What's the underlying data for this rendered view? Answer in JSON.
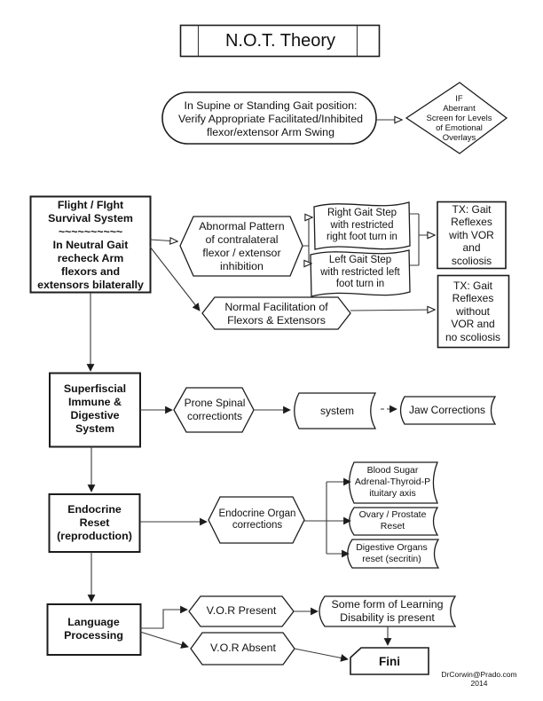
{
  "title": "N.O.T. Theory",
  "nodes": {
    "start": {
      "shape": "terminator",
      "lines": [
        "In Supine or Standing Gait position:",
        "Verify Appropriate Facilitated/Inhibited",
        "flexor/extensor Arm Swing"
      ]
    },
    "aberrant_screen": {
      "shape": "decision",
      "lines": [
        "IF",
        "Aberrant",
        "Screen for Levels",
        "of Emotional",
        "Overlays"
      ]
    },
    "flight_fight": {
      "shape": "process",
      "lines": [
        "Flight / FIght",
        "Survival System",
        "~~~~~~~~~~",
        "In Neutral Gait",
        "recheck Arm",
        "flexors and",
        "extensors bilaterally"
      ]
    },
    "abnormal_pattern": {
      "shape": "preparation",
      "lines": [
        "Abnormal Pattern",
        "of contralateral",
        "flexor / extensor",
        "inhibition"
      ]
    },
    "right_gait": {
      "shape": "tape",
      "lines": [
        "Right Gait Step",
        "with restricted",
        "right foot turn in"
      ]
    },
    "left_gait": {
      "shape": "tape",
      "lines": [
        "Left Gait Step",
        "with restricted left",
        "foot turn in"
      ]
    },
    "tx_with_vor": {
      "shape": "process",
      "lines": [
        "TX:  Gait",
        "Reflexes",
        "with VOR",
        "and",
        "scoliosis"
      ]
    },
    "tx_without_vor": {
      "shape": "process",
      "lines": [
        "TX:  Gait",
        "Reflexes",
        "without",
        "VOR and",
        "no scoliosis"
      ]
    },
    "normal_facilitation": {
      "shape": "preparation",
      "lines": [
        "Normal Facilitation of",
        "Flexors & Extensors"
      ]
    },
    "superficial_immune": {
      "shape": "process",
      "lines": [
        "Superfiscial",
        "Immune &",
        "Digestive",
        "System"
      ]
    },
    "prone_spinal": {
      "shape": "preparation",
      "lines": [
        "Prone Spinal",
        "correctionts"
      ]
    },
    "system": {
      "shape": "stored-data",
      "lines": [
        "system"
      ]
    },
    "jaw_corrections": {
      "shape": "stored-data",
      "lines": [
        "Jaw Corrections"
      ]
    },
    "endocrine_reset": {
      "shape": "process",
      "lines": [
        "Endocrine",
        "Reset",
        "(reproduction)"
      ]
    },
    "endocrine_organ": {
      "shape": "preparation",
      "lines": [
        "Endocrine Organ",
        "corrections"
      ]
    },
    "blood_sugar": {
      "shape": "stored-data",
      "lines": [
        "Blood Sugar",
        "Adrenal-Thyroid-P",
        "ituitary axis"
      ]
    },
    "ovary_prostate": {
      "shape": "stored-data",
      "lines": [
        "Ovary / Prostate",
        "Reset"
      ]
    },
    "digestive_organs": {
      "shape": "stored-data",
      "lines": [
        "Digestive Organs",
        "reset (secritin)"
      ]
    },
    "language_processing": {
      "shape": "process",
      "lines": [
        "Language",
        "Processing"
      ]
    },
    "vor_present": {
      "shape": "preparation",
      "lines": [
        "V.O.R Present"
      ]
    },
    "vor_absent": {
      "shape": "preparation",
      "lines": [
        "V.O.R Absent"
      ]
    },
    "learning_disability": {
      "shape": "stored-data",
      "lines": [
        "Some form of Learning",
        "Disability is present"
      ]
    },
    "fini": {
      "shape": "card",
      "lines": [
        "Fini"
      ]
    }
  },
  "credit": {
    "email": "DrCorwin@Prado.com",
    "year": "2014"
  },
  "colors": {
    "ink": "#1c1c1c",
    "background": "#ffffff"
  }
}
